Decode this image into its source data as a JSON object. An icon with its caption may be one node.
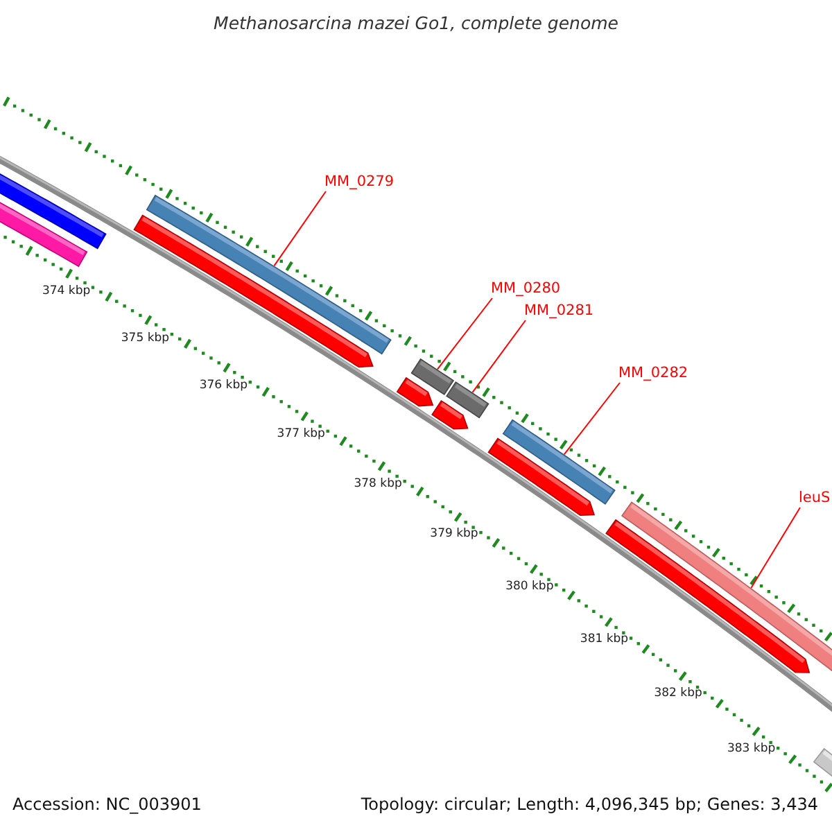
{
  "diagram": {
    "title": "Methanosarcina mazei Go1, complete genome",
    "nodes": [
      {
        "text": [
          "MM_0279"
        ]
      },
      {
        "text": [],
        "shape": "bar"
      },
      {
        "text": [
          "MM_0280"
        ]
      },
      {
        "text": [],
        "shape": "bar"
      },
      {
        "text": [
          "MM_0281"
        ]
      },
      {
        "text": [],
        "shape": "bar"
      },
      {
        "text": [
          "MM_0282"
        ]
      },
      {
        "text": [],
        "shape": "bar"
      },
      {
        "text": [
          "leuS"
        ]
      },
      {
        "text": [],
        "shape": "bar"
      }
    ],
    "edges": [
      {
        "from": 0,
        "to": 1,
        "arrow": "none"
      },
      {
        "from": 2,
        "to": 3,
        "arrow": "none"
      },
      {
        "from": 4,
        "to": 5,
        "arrow": "none"
      },
      {
        "from": 6,
        "to": 7,
        "arrow": "none"
      },
      {
        "from": 8,
        "to": 9,
        "arrow": "none"
      }
    ],
    "labels": [
      "374 kbp",
      "375 kbp",
      "376 kbp",
      "377 kbp",
      "378 kbp",
      "379 kbp",
      "380 kbp",
      "381 kbp",
      "382 kbp",
      "383 kbp",
      "Accession: NC_003901",
      "Topology: circular; Length: 4,096,345 bp; Genes: 3,434"
    ]
  }
}
